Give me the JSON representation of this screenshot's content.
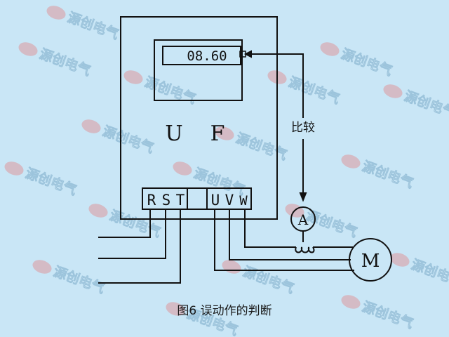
{
  "display": {
    "reading": "08.60"
  },
  "inverter": {
    "label_u": "U",
    "label_f": "F"
  },
  "terminals": {
    "input": [
      "R",
      "S",
      "T"
    ],
    "output": [
      "U",
      "V",
      "W"
    ]
  },
  "comparator_label": "比较",
  "ammeter_label": "A",
  "motor_label": "M",
  "caption": "图6 误动作的判断",
  "watermark": {
    "text": "源创电气"
  },
  "colors": {
    "background": "#c9e6f6",
    "line": "#111111",
    "watermark": "#e86a6a"
  }
}
